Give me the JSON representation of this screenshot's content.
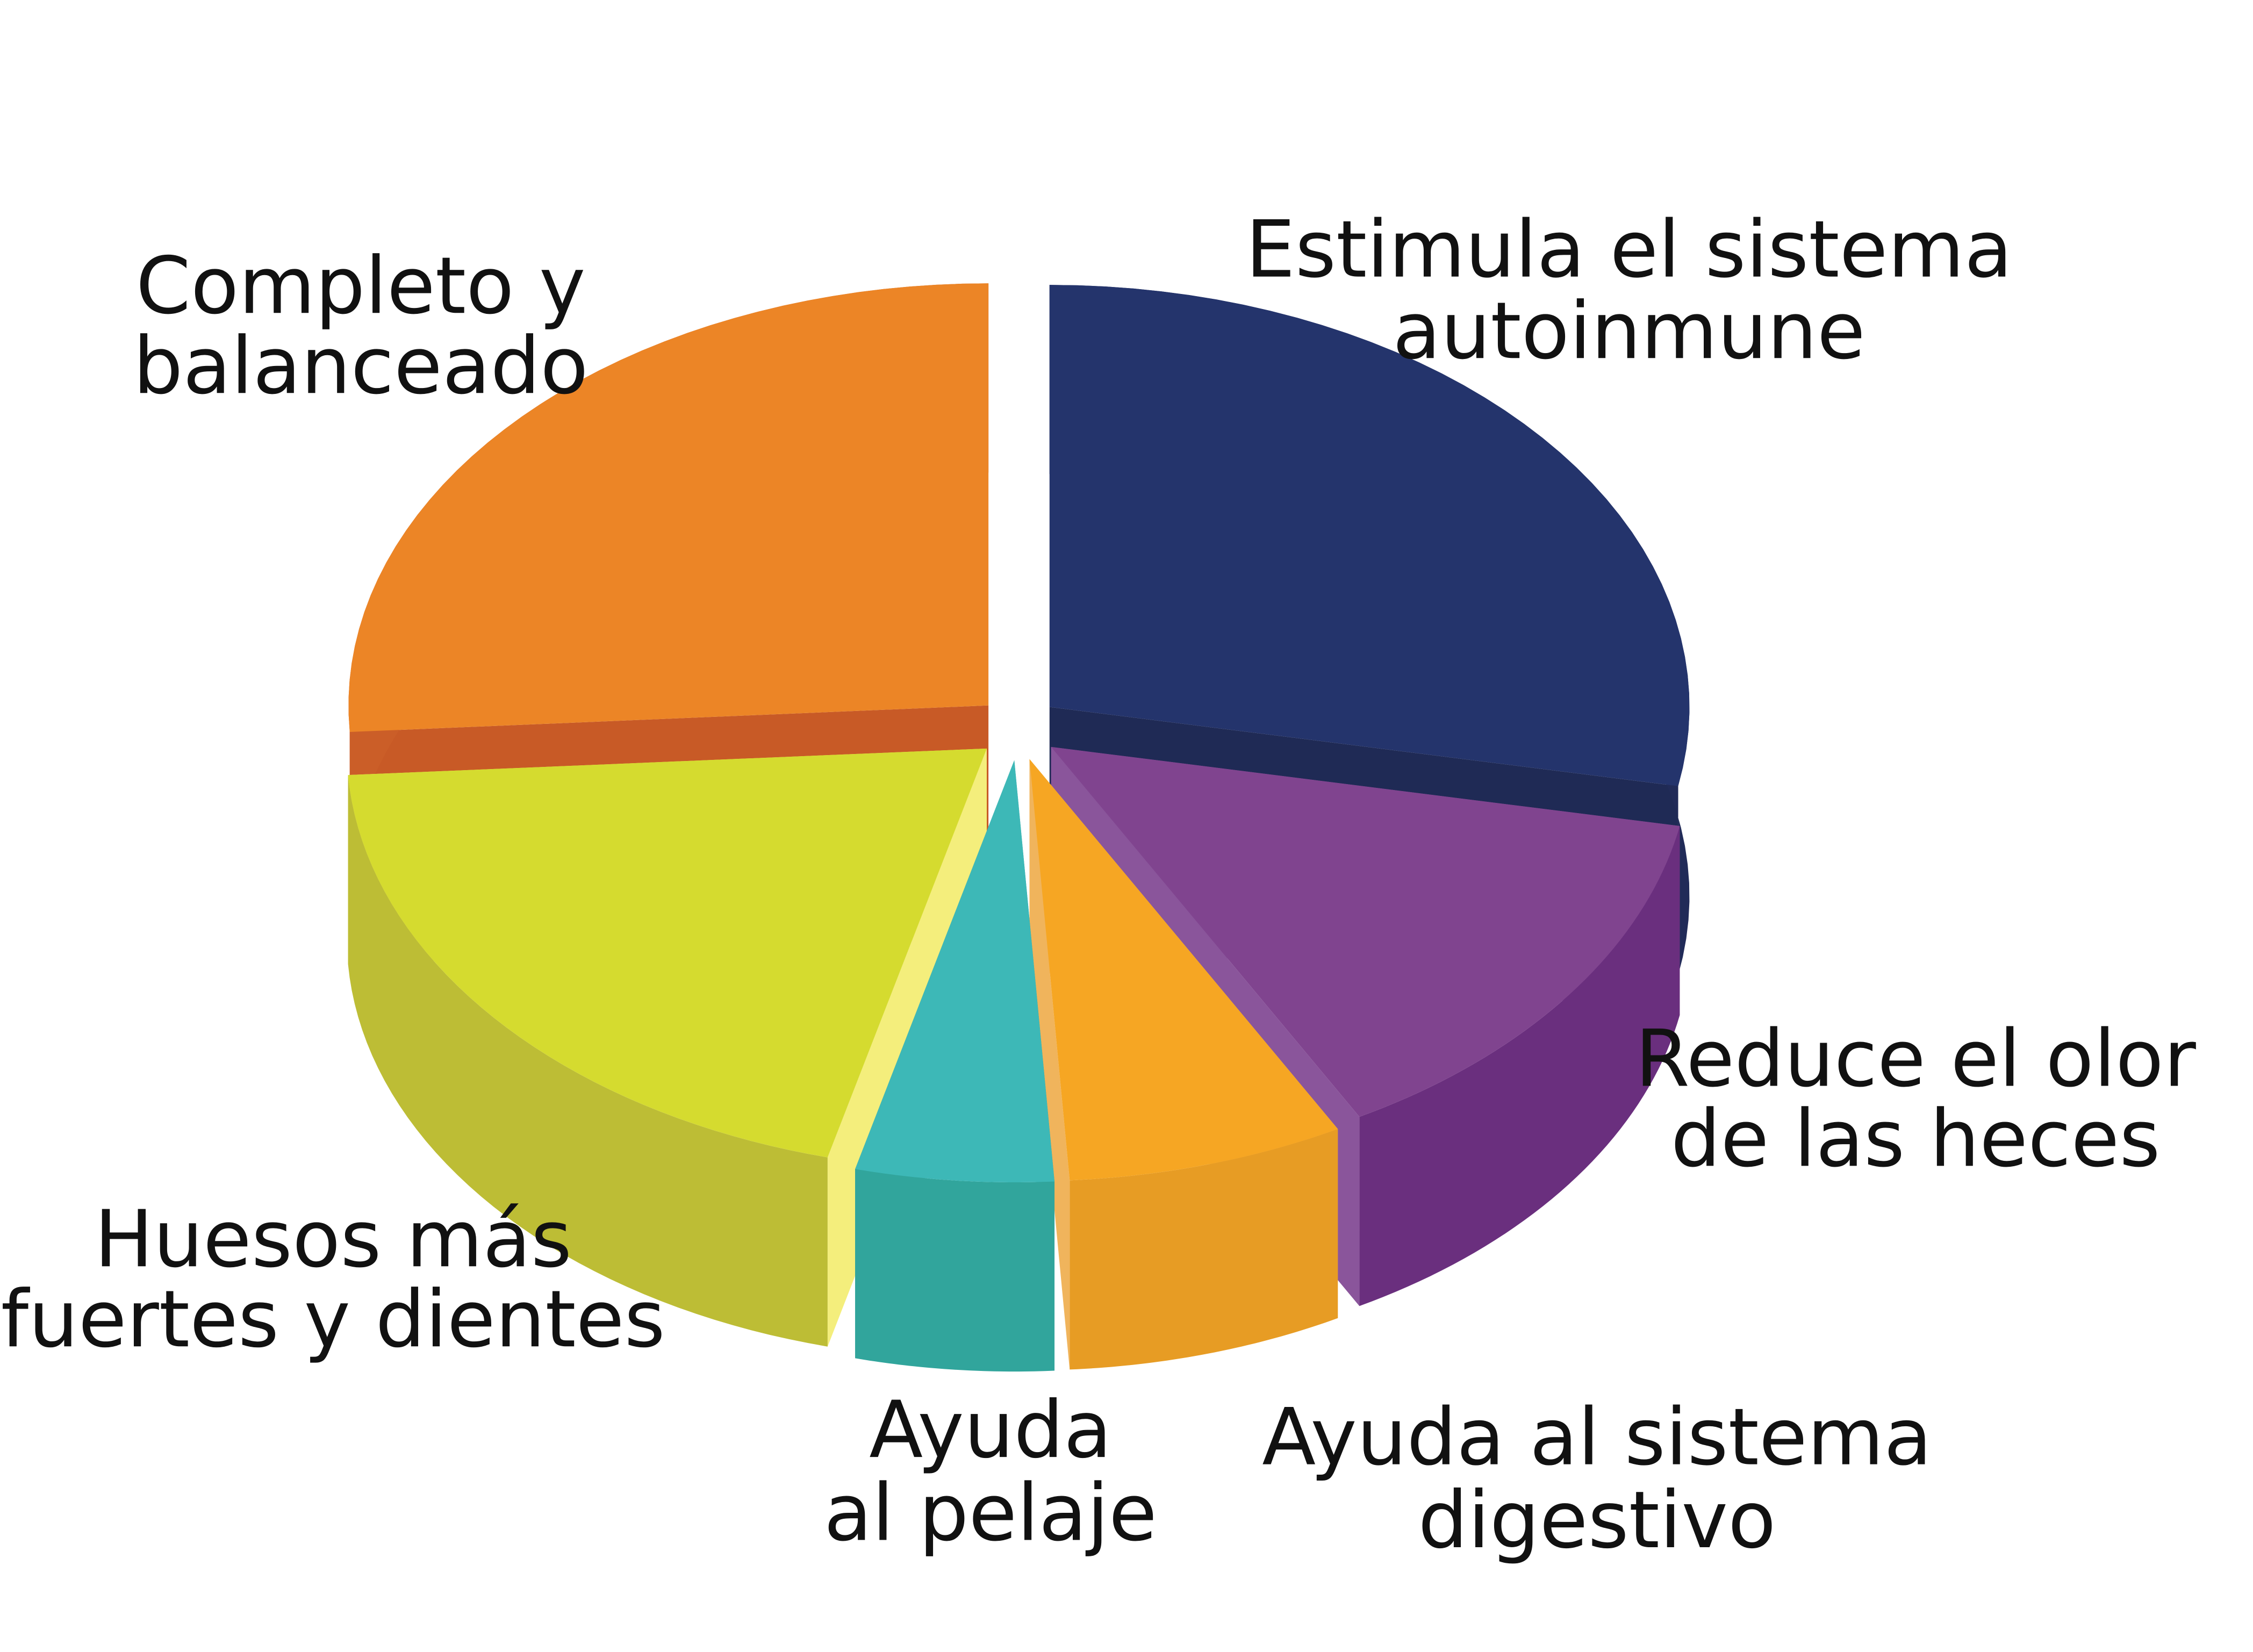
{
  "chart_data": {
    "type": "pie",
    "style": "3d-exploded",
    "title": "",
    "legend": "none",
    "slices": [
      {
        "label_lines": [
          "Estimula el sistema",
          "autoinmune"
        ],
        "value": 28,
        "color": "#24346c",
        "side": "#212b58",
        "inner": "#1f2a55"
      },
      {
        "label_lines": [
          "Reduce el olor",
          "de las heces"
        ],
        "value": 14,
        "color": "#80448f",
        "side": "#6a2f7e",
        "inner": "#8a559b"
      },
      {
        "label_lines": [
          "Ayuda al sistema",
          "digestivo"
        ],
        "value": 7,
        "color": "#f6a623",
        "side": "#e79c24",
        "inner": "#f0b45c"
      },
      {
        "label_lines": [
          "Ayuda",
          "al pelaje"
        ],
        "value": 5,
        "color": "#3db8b7",
        "side": "#31a59c",
        "inner": "#2f9c94"
      },
      {
        "label_lines": [
          "Huesos más",
          "fuertes y dientes"
        ],
        "value": 20,
        "color": "#d5db2f",
        "side": "#bdbd35",
        "inner": "#f4ee7c"
      },
      {
        "label_lines": [
          "Completo y",
          "balanceado"
        ],
        "value": 26,
        "color": "#ec8526",
        "side": "#cb5e28",
        "inner": "#c85a26"
      }
    ]
  }
}
